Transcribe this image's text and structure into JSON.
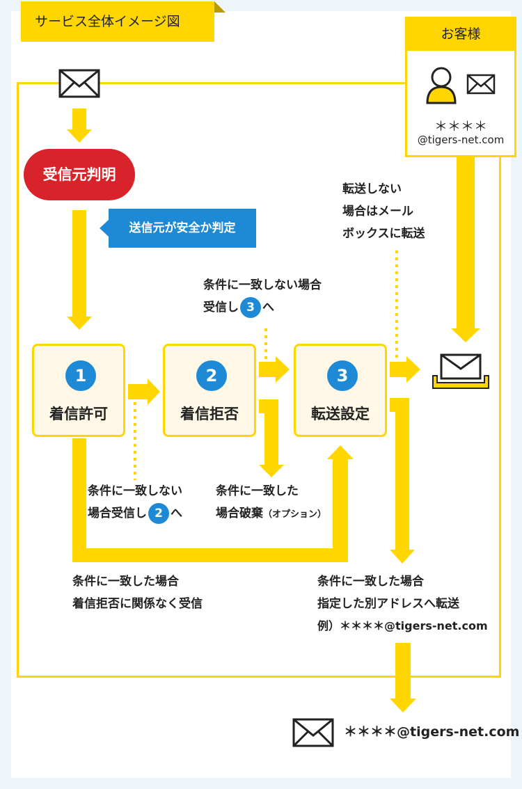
{
  "title": "サービス全体イメージ図",
  "customer": {
    "header": "お客様",
    "stars": "＊＊＊＊",
    "domain": "@tigers-net.com"
  },
  "start_badge": "受信元判明",
  "judge_badge": "送信元が安全か判定",
  "stages": [
    {
      "num": "1",
      "label": "着信許可"
    },
    {
      "num": "2",
      "label": "着信拒否"
    },
    {
      "num": "3",
      "label": "転送設定"
    }
  ],
  "notes": {
    "no_forward": [
      "転送しない",
      "場合はメール",
      "ボックスに転送"
    ],
    "mismatch_top": {
      "line1": "条件に一致しない場合",
      "line2_pre": "受信し",
      "line2_num": "3",
      "line2_post": "へ"
    },
    "mismatch_left": {
      "line1": "条件に一致しない",
      "line2_pre": "場合受信し",
      "line2_num": "2",
      "line2_post": "へ"
    },
    "match_discard": {
      "line1": "条件に一致した",
      "line2": "場合破棄",
      "option": "（オプション）"
    },
    "match_receive": [
      "条件に一致した場合",
      "着信拒否に関係なく受信"
    ],
    "match_forward": {
      "line1": "条件に一致した場合",
      "line2": "指定した別アドレスへ転送",
      "line3": "例）＊＊＊＊@tigers-net.com"
    }
  },
  "bottom_address": "＊＊＊＊@tigers-net.com",
  "colors": {
    "yellow": "#ffd600",
    "red": "#d9232b",
    "blue": "#1e8ad6",
    "cream": "#fff8e6"
  },
  "icons": [
    "envelope-icon",
    "user-icon",
    "inbox-tray-icon",
    "arrow-icon"
  ]
}
